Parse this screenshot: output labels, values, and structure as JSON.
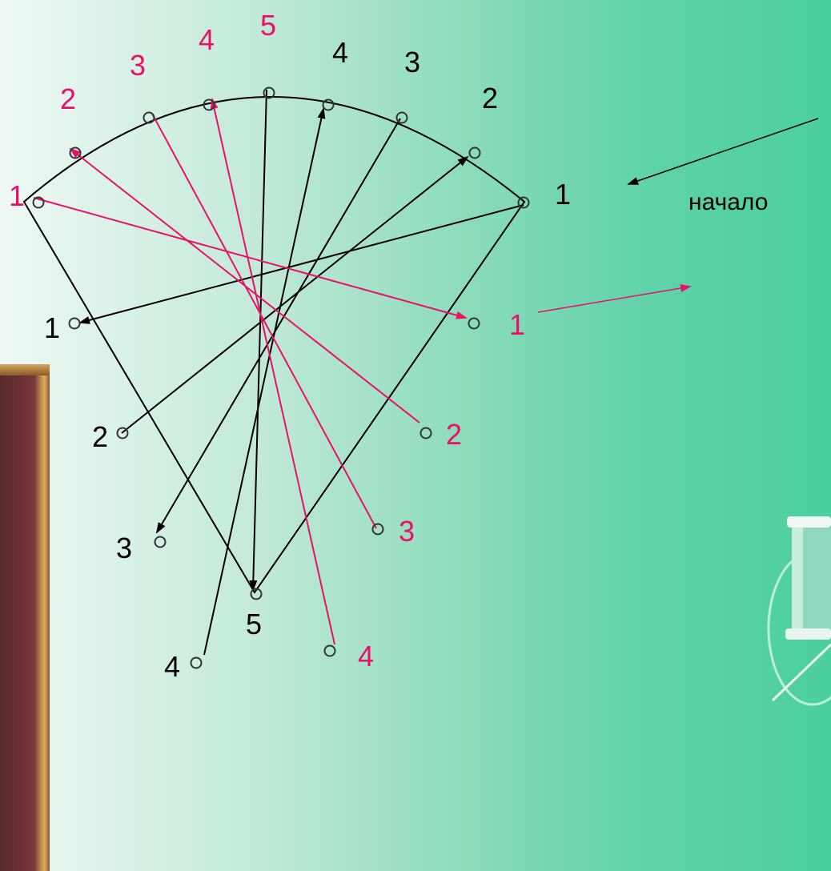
{
  "colors": {
    "black_thread": "#000000",
    "pink_thread": "#e8106a",
    "background_light": "#eef8f4",
    "background_dark": "#4ccf9e"
  },
  "labels": {
    "start": "начало",
    "arc_black": [
      "1",
      "2",
      "3",
      "4"
    ],
    "arc_pink": [
      "1",
      "2",
      "3",
      "4",
      "5"
    ],
    "left_side_black": [
      "1",
      "2",
      "3",
      "4"
    ],
    "right_side_pink": [
      "1",
      "2",
      "3",
      "4"
    ],
    "bottom_point": "5"
  },
  "icons": {
    "spool": "thread-spool-icon",
    "photo": "picture-frame-photo"
  }
}
